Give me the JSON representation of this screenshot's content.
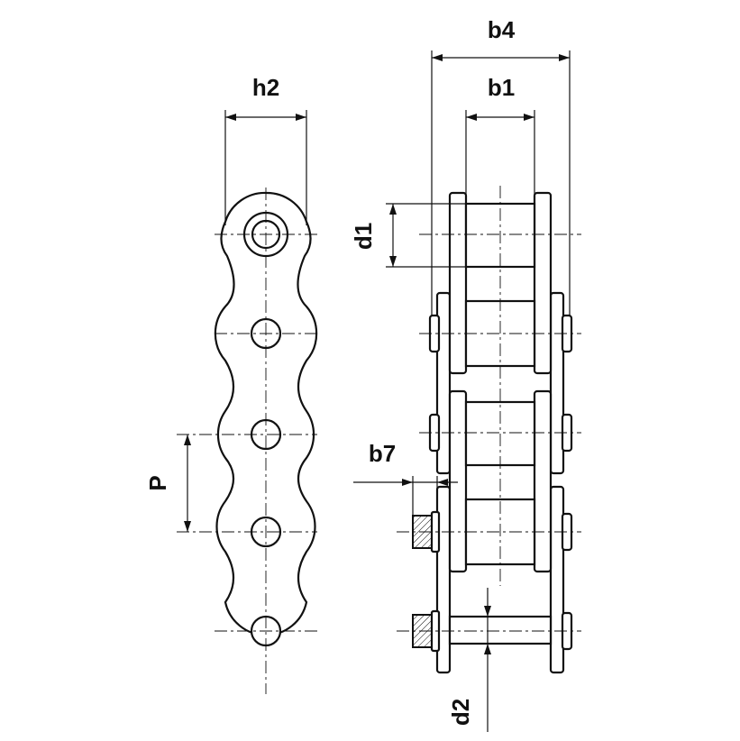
{
  "labels": {
    "h2": "h2",
    "b4": "b4",
    "b1": "b1",
    "d1": "d1",
    "b7": "b7",
    "P": "P",
    "d2": "d2"
  }
}
